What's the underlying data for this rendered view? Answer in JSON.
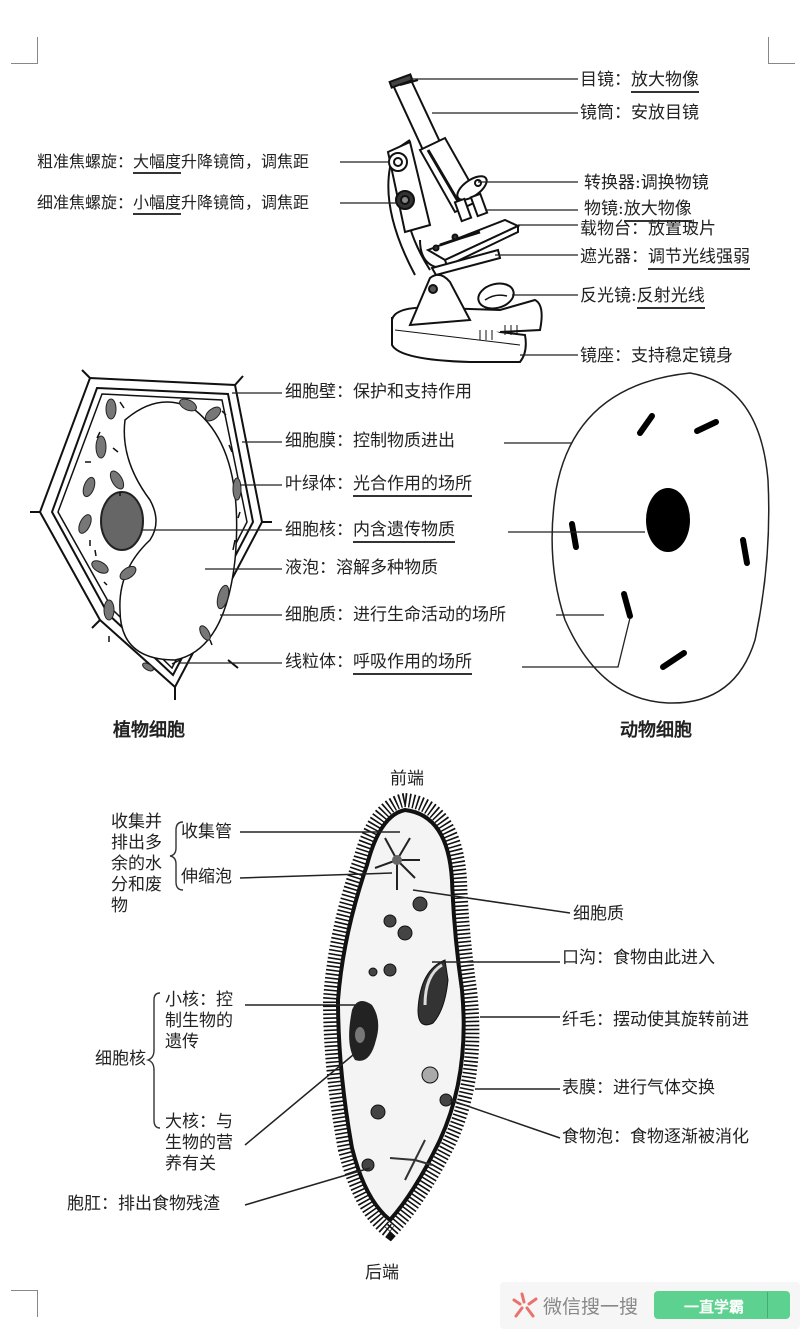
{
  "microscope": {
    "labels": [
      {
        "name": "目镜",
        "sep": "：",
        "desc": "放大物像",
        "underline": true
      },
      {
        "name": "镜筒",
        "sep": "：",
        "desc": "安放目镜",
        "underline": false
      },
      {
        "name": "转换器",
        "sep": ":",
        "desc": "调换物镜",
        "underline": false
      },
      {
        "name": "物镜",
        "sep": ":",
        "desc": "放大物像",
        "underline": true
      },
      {
        "name": "载物台",
        "sep": "：",
        "desc": "放置玻片",
        "underline": false
      },
      {
        "name": "遮光器",
        "sep": "：",
        "desc": "调节光线强弱",
        "underline": true
      },
      {
        "name": "反光镜",
        "sep": ":",
        "desc": "反射光线",
        "underline": true
      },
      {
        "name": "镜座",
        "sep": "：",
        "desc": "支持稳定镜身",
        "underline": false
      }
    ],
    "left_labels": [
      {
        "name": "粗准焦螺旋",
        "sep": "：",
        "desc_u": "大幅度",
        "desc_rest": "升降镜筒，调焦距"
      },
      {
        "name": "细准焦螺旋",
        "sep": "：",
        "desc_u": "小幅度",
        "desc_rest": "升降镜筒，调焦距"
      }
    ]
  },
  "cells": {
    "labels": [
      {
        "name": "细胞壁",
        "sep": "：",
        "desc": "保护和支持作用",
        "underline": false
      },
      {
        "name": "细胞膜",
        "sep": "：",
        "desc": "控制物质进出",
        "underline": false
      },
      {
        "name": "叶绿体",
        "sep": "：",
        "desc": "光合作用的场所",
        "underline": true
      },
      {
        "name": "细胞核",
        "sep": "：",
        "desc": "内含遗传物质",
        "underline": true
      },
      {
        "name": "液泡",
        "sep": "：",
        "desc": "溶解多种物质",
        "underline": false
      },
      {
        "name": "细胞质",
        "sep": "：",
        "desc": "进行生命活动的场所",
        "underline": false
      },
      {
        "name": "线粒体",
        "sep": "：",
        "desc": "呼吸作用的场所",
        "underline": true
      }
    ],
    "plant_caption": "植物细胞",
    "animal_caption": "动物细胞"
  },
  "paramecium": {
    "front": "前端",
    "back": "后端",
    "group_collect": "收集并排出多余的水分和废物",
    "group_collect_lines": [
      "收集并",
      "排出多",
      "余的水",
      "分和废",
      "物"
    ],
    "collect_tube": "收集管",
    "contractile_vacuole": "伸缩泡",
    "nucleus_group": "细胞核",
    "micronucleus_lines": [
      "小核：控",
      "制生物的",
      "遗传"
    ],
    "macronucleus_lines": [
      "大核：与",
      "生物的营",
      "养有关"
    ],
    "anal_pore": "胞肛：排出食物残渣",
    "right_labels": [
      "细胞质",
      "口沟：食物由此进入",
      "纤毛：摆动使其旋转前进",
      "表膜：进行气体交换",
      "食物泡：食物逐渐被消化"
    ]
  },
  "watermark": {
    "text": "微信搜一搜",
    "button_text": "一直学霸",
    "logo_icon": "wechat-search-icon",
    "search_icon": "search-icon",
    "button_color": "#5dd18f",
    "logo_color": "#e8736e"
  }
}
